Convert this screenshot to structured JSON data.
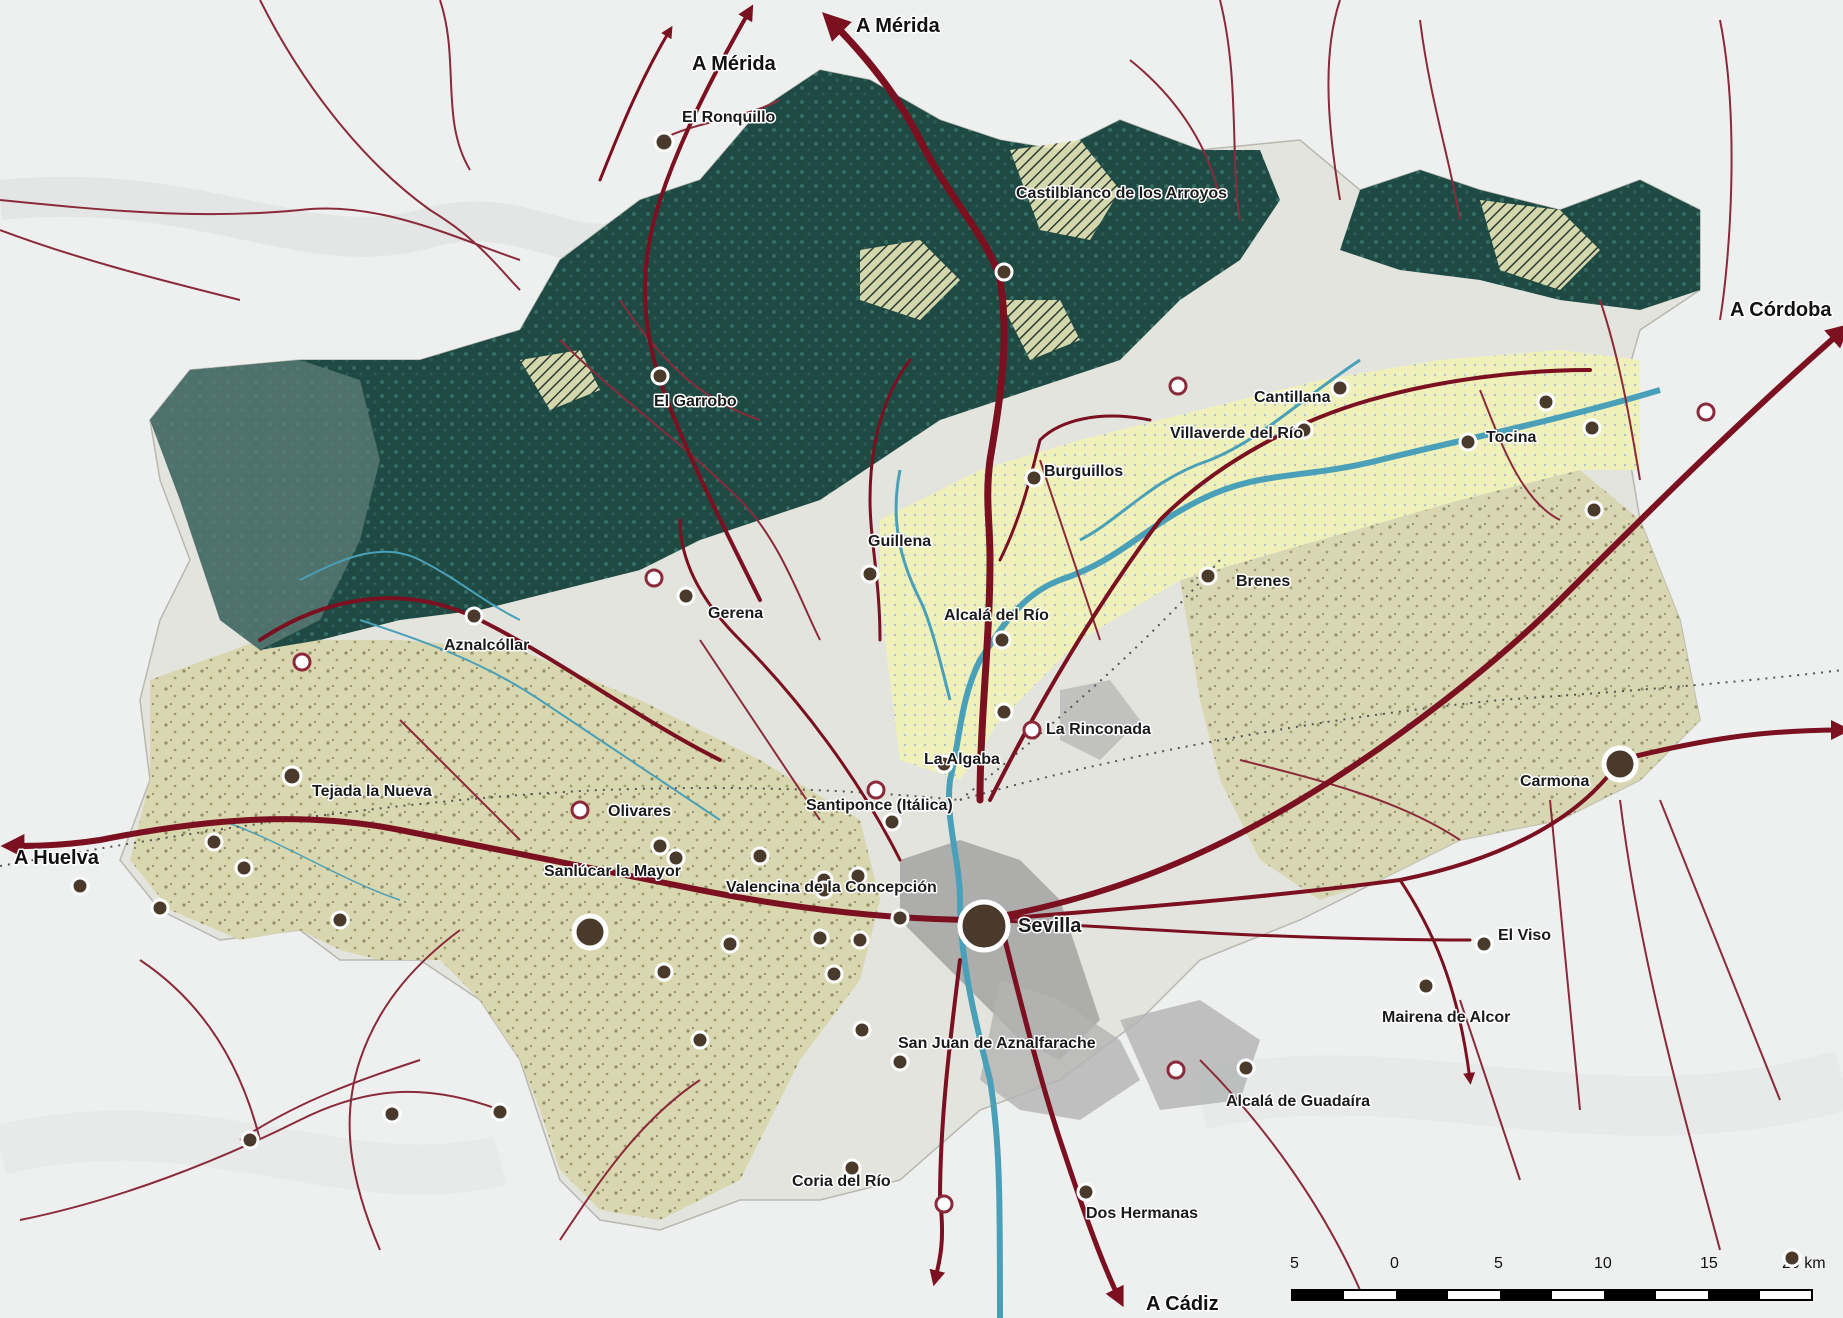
{
  "colors": {
    "background": "#eef0ef",
    "region": "#e4e4df",
    "forest": "#1f4a44",
    "forest_mid": "#3f6f68",
    "farmland": "#d8d6ae",
    "irrigated": "#f1f2b8",
    "urban": "#a3a3a3",
    "road_main": "#7a1020",
    "road_secondary": "#8a2a3a",
    "river": "#4aa0b8",
    "town_fill": "#4a3a2c",
    "town_ring": "#ffffff"
  },
  "directions": [
    {
      "id": "merida-1",
      "label": "A Mérida"
    },
    {
      "id": "merida-2",
      "label": "A Mérida"
    },
    {
      "id": "cordoba",
      "label": "A Córdoba"
    },
    {
      "id": "huelva",
      "label": "A Huelva"
    },
    {
      "id": "cadiz",
      "label": "A Cádiz"
    }
  ],
  "towns": [
    {
      "id": "el-ronquillo",
      "label": "El Ronquillo"
    },
    {
      "id": "castilblanco",
      "label": "Castilblanco de los Arroyos"
    },
    {
      "id": "el-garrobo",
      "label": "El Garrobo"
    },
    {
      "id": "cantillana",
      "label": "Cantillana"
    },
    {
      "id": "villaverde",
      "label": "Villaverde del Río"
    },
    {
      "id": "tocina",
      "label": "Tocina"
    },
    {
      "id": "burguillos",
      "label": "Burguillos"
    },
    {
      "id": "guillena",
      "label": "Guillena"
    },
    {
      "id": "brenes",
      "label": "Brenes"
    },
    {
      "id": "gerena",
      "label": "Gerena"
    },
    {
      "id": "aznalcollar",
      "label": "Aznalcóllar"
    },
    {
      "id": "alcala-rio",
      "label": "Alcalá del Río"
    },
    {
      "id": "la-rinconada",
      "label": "La Rinconada"
    },
    {
      "id": "la-algaba",
      "label": "La Algaba"
    },
    {
      "id": "carmona",
      "label": "Carmona"
    },
    {
      "id": "tejada",
      "label": "Tejada la Nueva"
    },
    {
      "id": "olivares",
      "label": "Olivares"
    },
    {
      "id": "santiponce",
      "label": "Santiponce (Itálica)"
    },
    {
      "id": "sanlucar",
      "label": "Sanlúcar la Mayor"
    },
    {
      "id": "valencina",
      "label": "Valencina de la Concepción"
    },
    {
      "id": "sevilla",
      "label": "Sevilla"
    },
    {
      "id": "el-viso",
      "label": "El Viso"
    },
    {
      "id": "mairena",
      "label": "Mairena de Alcor"
    },
    {
      "id": "san-juan",
      "label": "San Juan de Aznalfarache"
    },
    {
      "id": "alcala-guadaira",
      "label": "Alcalá de Guadaíra"
    },
    {
      "id": "coria",
      "label": "Coria del Río"
    },
    {
      "id": "dos-hermanas",
      "label": "Dos Hermanas"
    }
  ],
  "scale_bar": {
    "ticks": [
      "5",
      "0",
      "5",
      "10",
      "15",
      "20 km"
    ]
  }
}
